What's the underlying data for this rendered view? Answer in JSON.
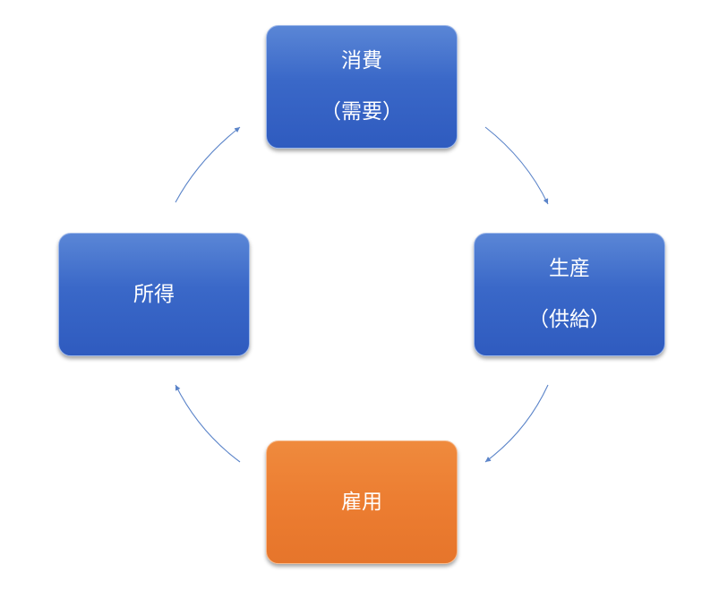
{
  "diagram": {
    "nodes": [
      {
        "id": "consumption",
        "lines": [
          "消費",
          "（需要）"
        ],
        "color": "#3a68c8"
      },
      {
        "id": "production",
        "lines": [
          "生産",
          "（供給）"
        ],
        "color": "#3a68c8"
      },
      {
        "id": "employment",
        "lines": [
          "雇用"
        ],
        "color": "#ec7d31"
      },
      {
        "id": "income",
        "lines": [
          "所得"
        ],
        "color": "#3a68c8"
      }
    ],
    "edges": [
      {
        "from": "consumption",
        "to": "production"
      },
      {
        "from": "production",
        "to": "employment"
      },
      {
        "from": "employment",
        "to": "income"
      },
      {
        "from": "income",
        "to": "consumption"
      }
    ],
    "arrow_color": "#5b84c9"
  }
}
